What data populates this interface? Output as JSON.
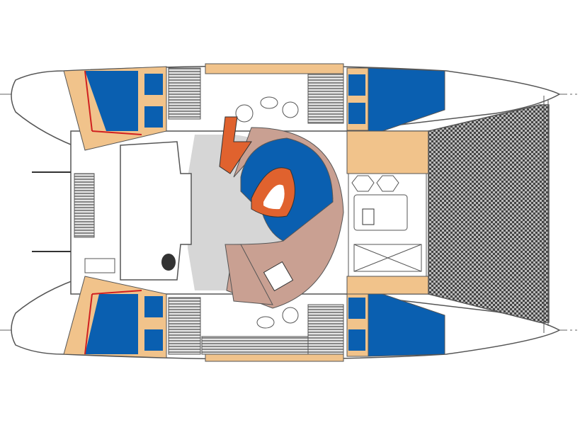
{
  "colors": {
    "background": "#ffffff",
    "outline": "#555555",
    "berth_tan": "#f1c38b",
    "cushion_blue": "#0a5fb0",
    "saloon_salmon": "#c9a092",
    "table_orange": "#e0622e",
    "floor_grey": "#d6d6d6",
    "trampoline_dark": "#555555",
    "accent_red": "#d02020"
  },
  "icons": [
    "hull-top",
    "hull-bottom",
    "trampoline-net",
    "saloon-table",
    "galley-stove",
    "helm-seat",
    "stairs"
  ]
}
